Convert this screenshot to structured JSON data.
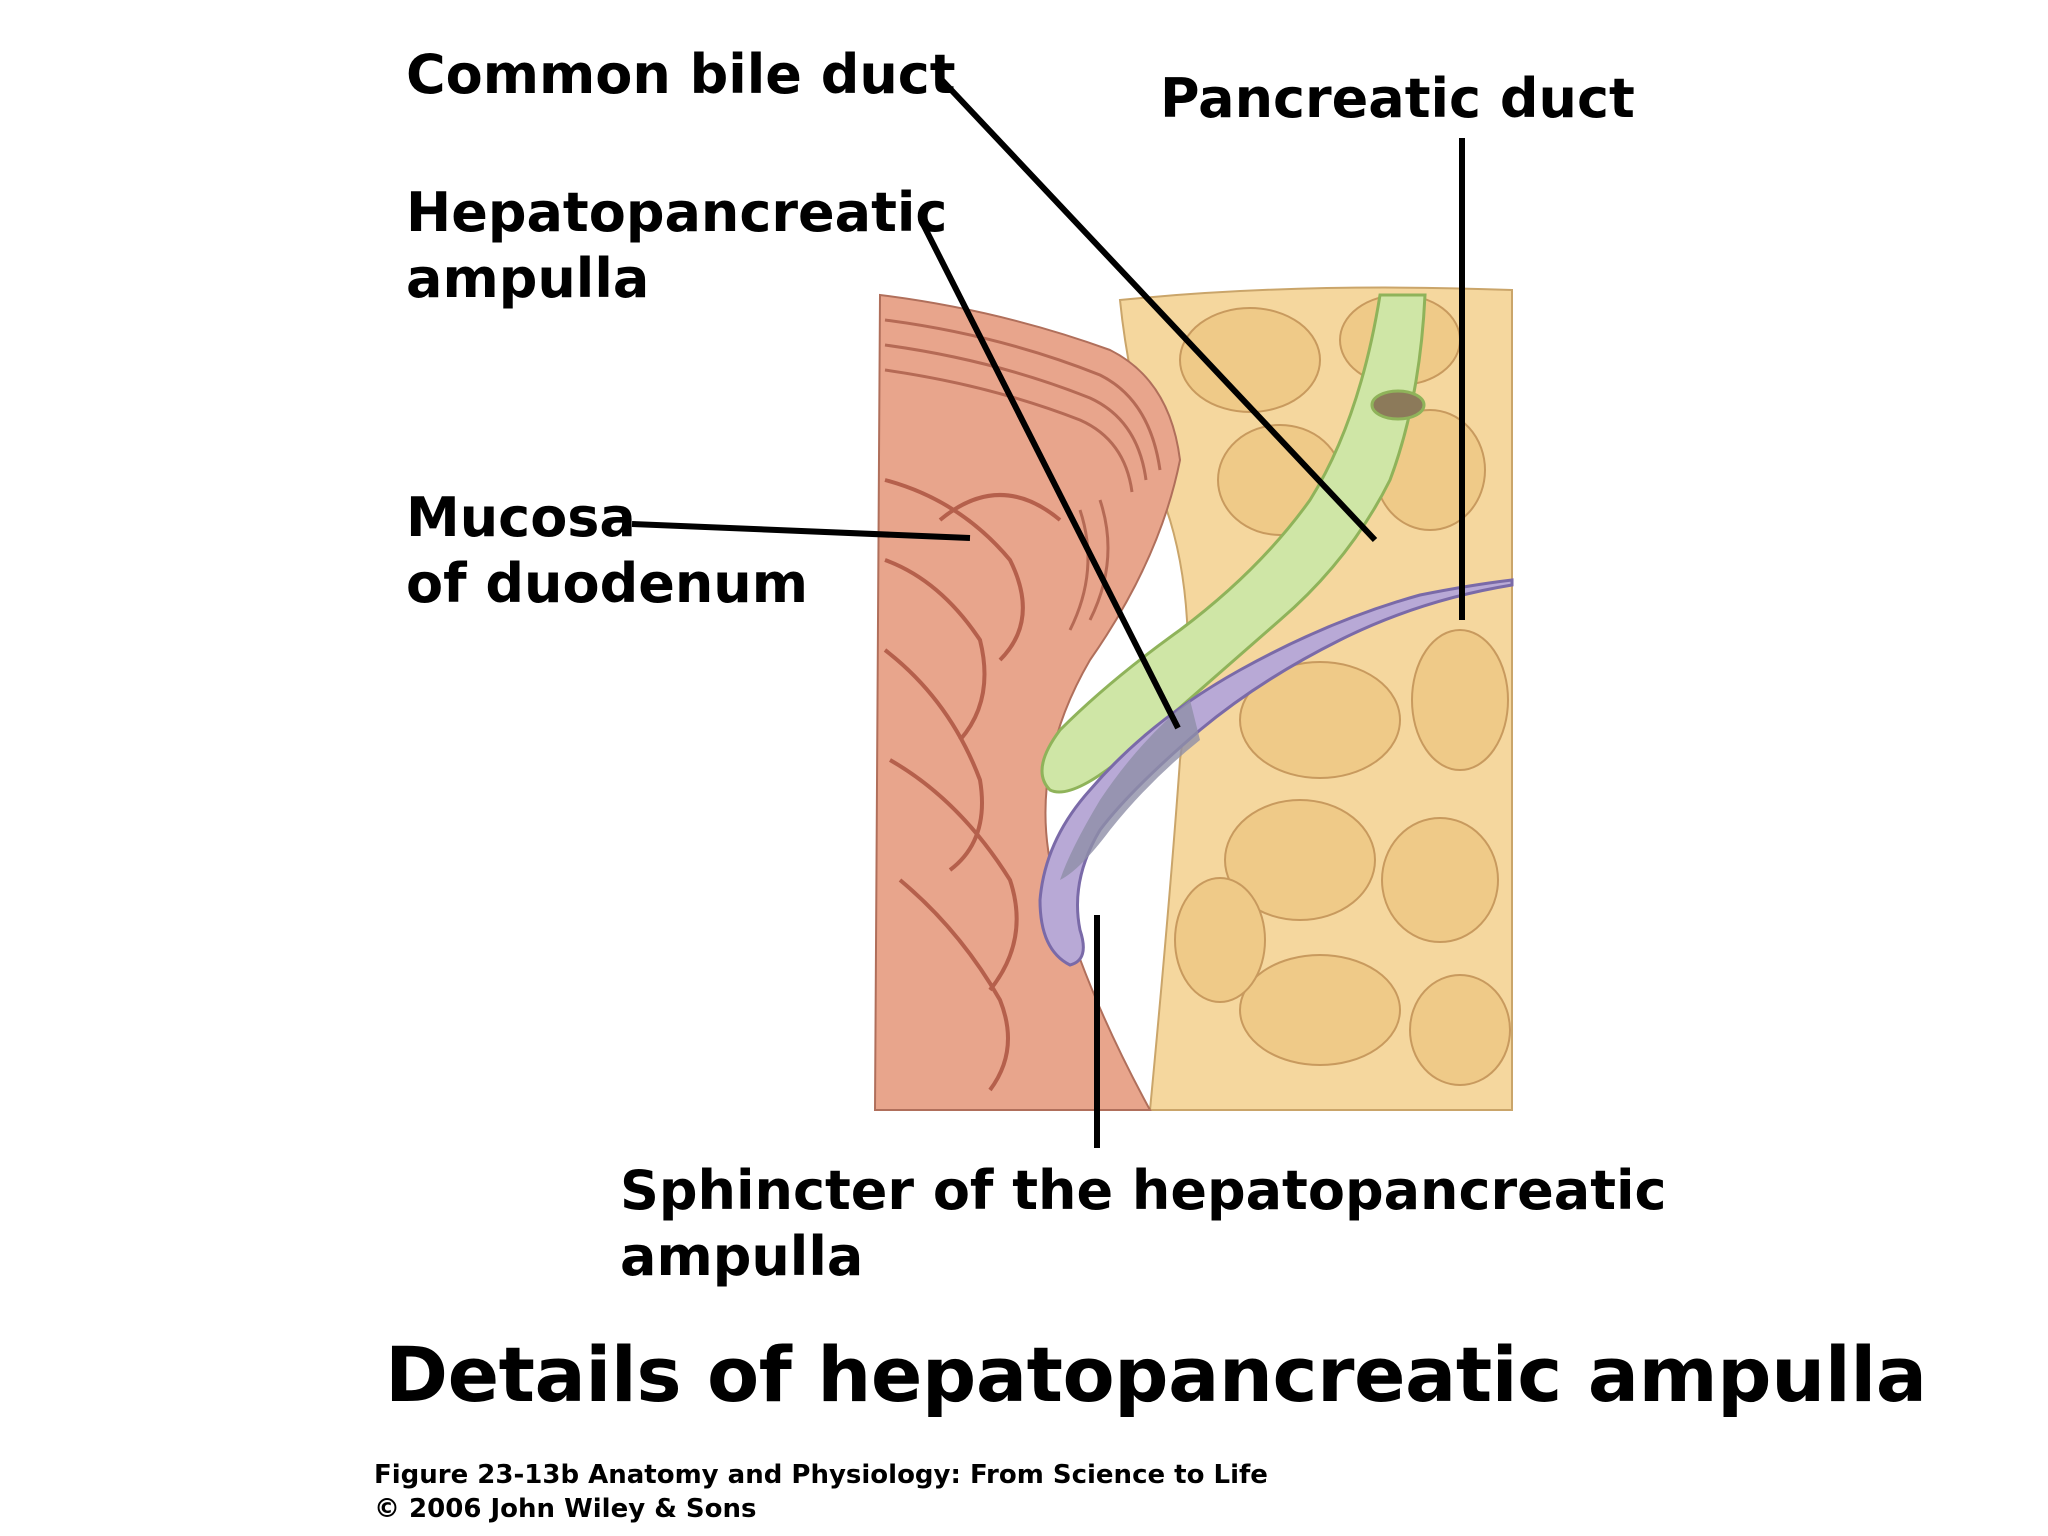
{
  "labels": {
    "common_bile_duct": "Common bile duct",
    "pancreatic_duct": "Pancreatic duct",
    "hepatopancreatic_ampulla": [
      "Hepatopancreatic",
      "ampulla"
    ],
    "mucosa_of_duodenum": [
      "Mucosa",
      "of duodenum"
    ],
    "sphincter": [
      "Sphincter of the hepatopancreatic",
      "ampulla"
    ]
  },
  "title": "Details of hepatopancreatic ampulla",
  "credit": {
    "line1": "Figure 23-13b  Anatomy and Physiology: From Science to Life",
    "line2": "© 2006 John Wiley & Sons"
  },
  "colors": {
    "duodenum_wall": "#e8a58c",
    "mucosa_fold": "#c97a66",
    "pancreas": "#f5d79e",
    "pancreas_lobule": "#e9bf7c",
    "bile_duct": "#cfe6a6",
    "bile_duct_edge": "#8fb35a",
    "pancreatic_duct": "#b8a9d6",
    "pancreatic_duct_edge": "#7a6aa8",
    "lumen": "#8f8fa8",
    "leader_line": "#000000"
  }
}
